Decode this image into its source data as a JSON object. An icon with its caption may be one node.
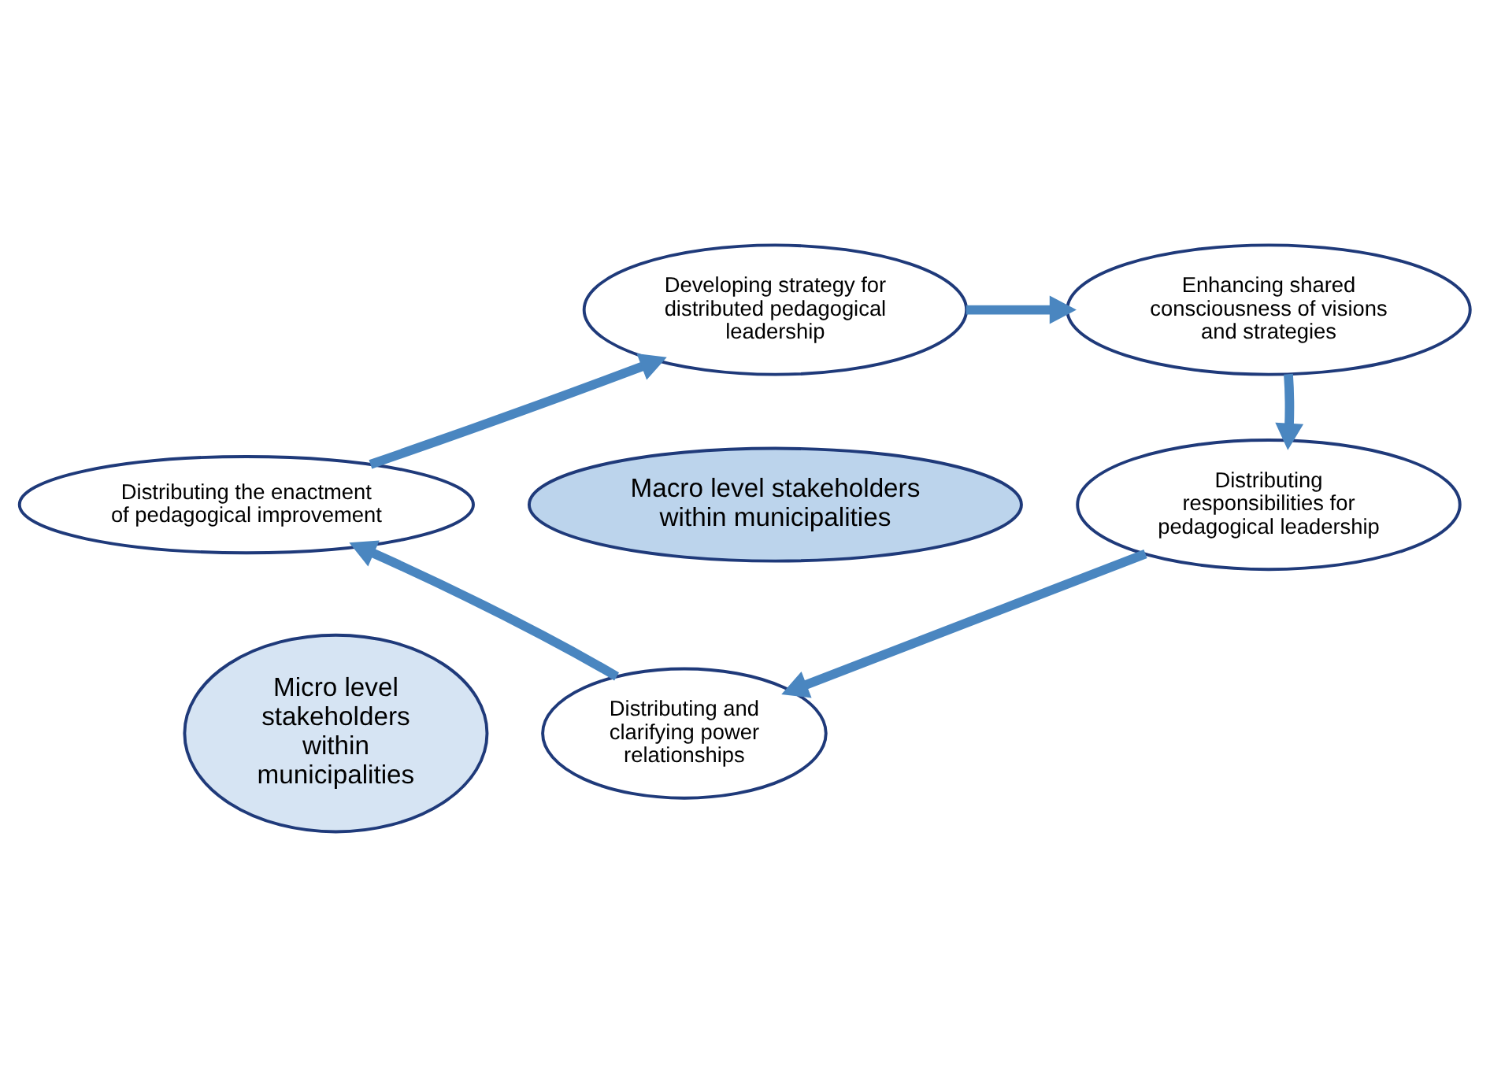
{
  "diagram": {
    "nodes": [
      {
        "text": [
          "Developing strategy for distributed pedagogical leadership"
        ]
      },
      {
        "text": [
          "Enhancing shared consciousness of visions and strategies"
        ]
      },
      {
        "text": [
          "Macro level stakeholders within municipalities"
        ]
      },
      {
        "text": [
          "Distributing the enactment of pedagogical improvement"
        ]
      },
      {
        "text": [
          "Micro level stakeholders within municipalities"
        ]
      },
      {
        "text": [
          "Distributing responsibilities for pedagogical leadership"
        ]
      },
      {
        "text": [
          "Distributing and clarifying power relationships"
        ]
      }
    ],
    "edges": [
      {
        "from": 0,
        "to": 1,
        "arrow": "to"
      },
      {
        "from": 1,
        "to": 5,
        "arrow": "to"
      },
      {
        "from": 5,
        "to": 6,
        "arrow": "to"
      },
      {
        "from": 6,
        "to": 3,
        "arrow": "to"
      },
      {
        "from": 3,
        "to": 0,
        "arrow": "to"
      }
    ]
  }
}
